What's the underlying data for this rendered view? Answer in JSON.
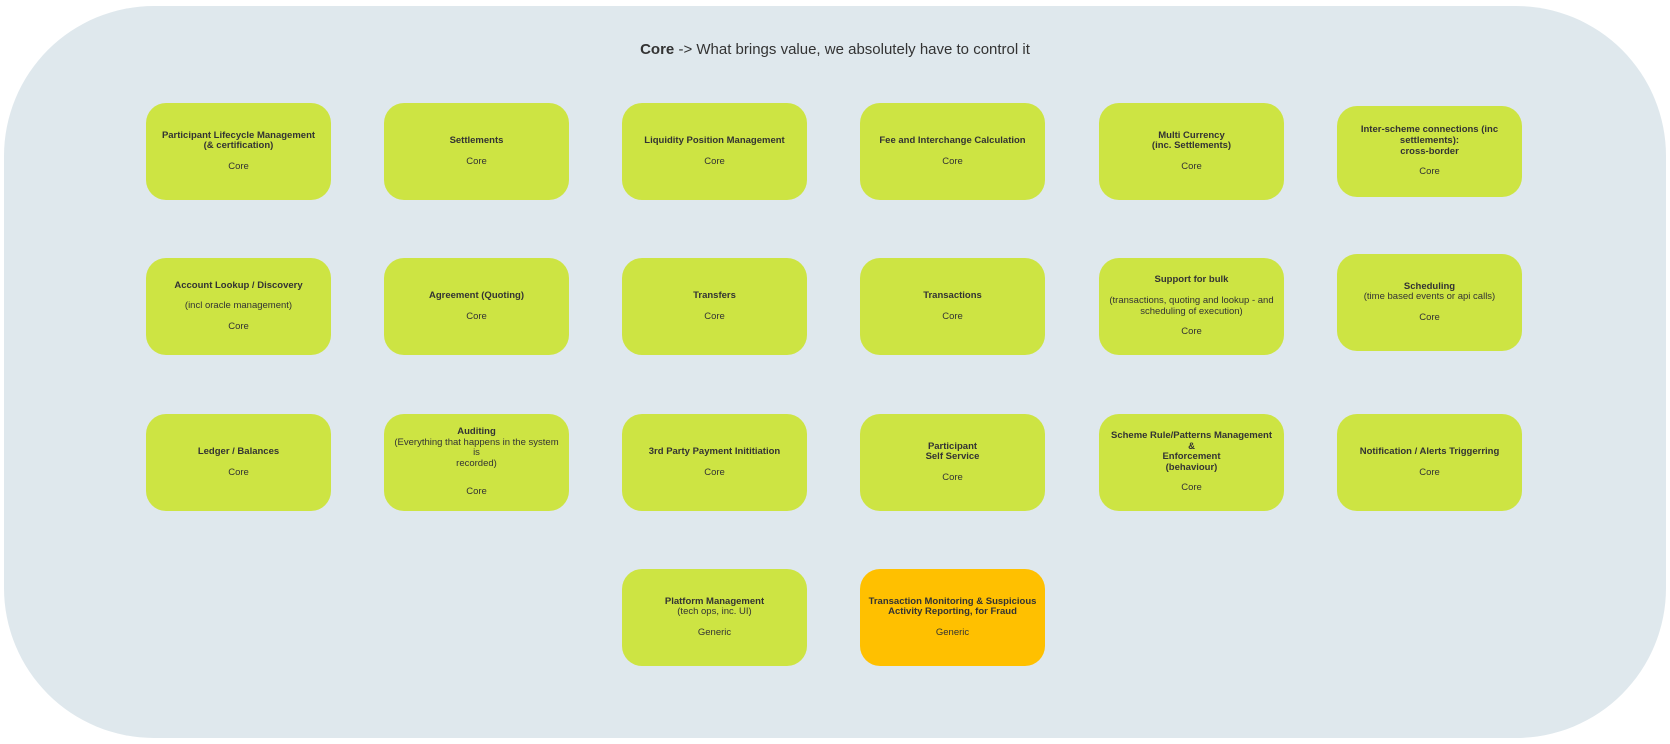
{
  "title": {
    "bold": "Core",
    "rest": " -> What brings value, we absolutely have to control it"
  },
  "colors": {
    "frame": "#dfe8ed",
    "core_card": "#cde443",
    "generic_orange_card": "#ffc000"
  },
  "cards": [
    {
      "name": "Participant Lifecycle Management\n(& certification)",
      "tag": "Core"
    },
    {
      "name": "Settlements",
      "tag": "Core"
    },
    {
      "name": "Liquidity Position Management",
      "tag": "Core"
    },
    {
      "name": "Fee and Interchange Calculation",
      "tag": "Core"
    },
    {
      "name": "Multi Currency\n(inc. Settlements)",
      "tag": "Core"
    },
    {
      "name": "Inter-scheme connections (inc\nsettlements):\ncross-border",
      "tag": "Core"
    },
    {
      "name": "Account Lookup / Discovery",
      "desc": "(incl oracle management)",
      "tag": "Core"
    },
    {
      "name": "Agreement (Quoting)",
      "tag": "Core"
    },
    {
      "name": "Transfers",
      "tag": "Core"
    },
    {
      "name": "Transactions",
      "tag": "Core"
    },
    {
      "name": "Support for bulk",
      "desc": "(transactions, quoting and lookup - and\nscheduling of execution)",
      "tag": "Core"
    },
    {
      "name": "Scheduling",
      "desc": "(time based events or api calls)",
      "tag": "Core"
    },
    {
      "name": "Ledger / Balances",
      "tag": "Core"
    },
    {
      "name": "Auditing",
      "desc": "(Everything that happens in the system is\nrecorded)",
      "tag": "Core"
    },
    {
      "name": "3rd Party Payment Inititiation",
      "tag": "Core"
    },
    {
      "name": "Participant\nSelf Service",
      "tag": "Core"
    },
    {
      "name": "Scheme Rule/Patterns Management &\nEnforcement\n(behaviour)",
      "tag": "Core"
    },
    {
      "name": "Notification / Alerts Triggerring",
      "tag": "Core"
    },
    {
      "name": "Platform Management",
      "desc": "(tech ops, inc. UI)",
      "tag": "Generic"
    },
    {
      "name": "Transaction Monitoring & Suspicious\nActivity Reporting, for Fraud",
      "tag": "Generic"
    }
  ]
}
